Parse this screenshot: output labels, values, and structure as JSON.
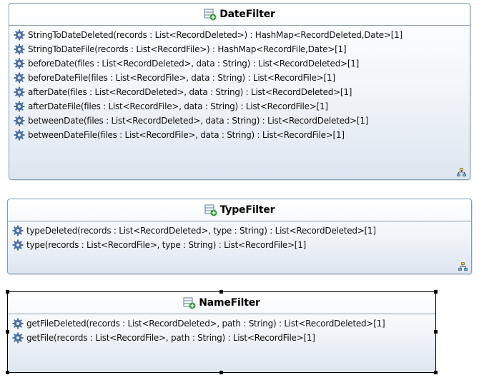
{
  "classes": [
    {
      "name": "DateFilter",
      "icon": "class-icon",
      "operations": [
        "StringToDateDeleted(records : List<RecordDeleted>) : HashMap<RecordDeleted,Date>[1]",
        "StringToDateFile(records : List<RecordFile>) : HashMap<RecordFile,Date>[1]",
        "beforeDate(files : List<RecordDeleted>, data : String) : List<RecordDeleted>[1]",
        "beforeDateFile(files : List<RecordFile>, data : String) : List<RecordFile>[1]",
        "afterDate(files : List<RecordDeleted>, data : String) : List<RecordDeleted>[1]",
        "afterDateFile(files : List<RecordFile>, data : String) : List<RecordFile>[1]",
        "betweenDate(files : List<RecordDeleted>, data : String) : List<RecordDeleted>[1]",
        "betweenDateFile(files : List<RecordFile>, data : String) : List<RecordFile>[1]"
      ]
    },
    {
      "name": "TypeFilter",
      "icon": "class-icon",
      "operations": [
        "typeDeleted(records : List<RecordDeleted>, type : String) : List<RecordDeleted>[1]",
        "type(records : List<RecordFile>, type : String) : List<RecordFile>[1]"
      ]
    },
    {
      "name": "NameFilter",
      "icon": "class-icon",
      "operations": [
        "getFileDeleted(records : List<RecordDeleted>, path : String) : List<RecordDeleted>[1]",
        "getFile(records : List<RecordFile>, path : String) : List<RecordFile>[1]"
      ]
    }
  ],
  "colors": {
    "border": "#7f9db9",
    "gear": "#4a6fa5",
    "icon_plus": "#2e9e3a"
  }
}
